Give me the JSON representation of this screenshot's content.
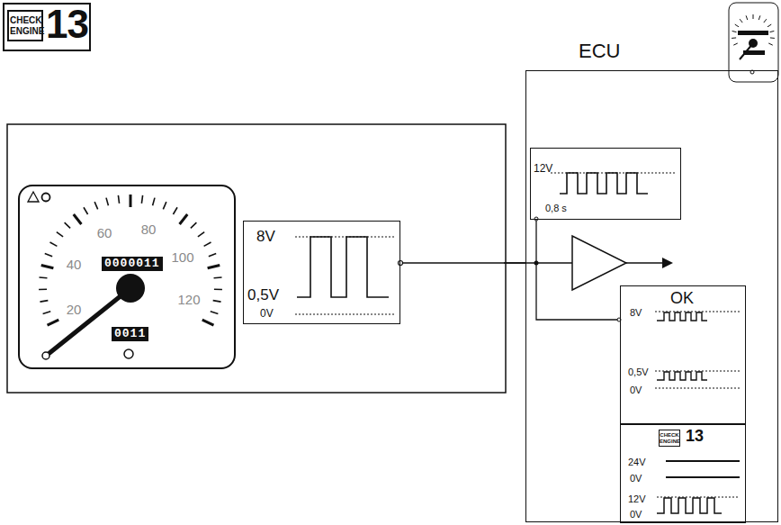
{
  "diagram": {
    "nodes": [
      {
        "text": [
          "CHECK ENGINE",
          "13"
        ]
      },
      {
        "text": [
          "0000011",
          "0011"
        ]
      },
      {
        "text": [
          "8V",
          "0,5V",
          "0V"
        ]
      },
      {
        "text": [
          "ECU"
        ]
      },
      {
        "text": [
          "12V",
          "0,8 s"
        ],
        "in": 3
      },
      {
        "text": [
          "OK",
          "8V",
          "0,5V",
          "0V"
        ],
        "in": 3
      },
      {
        "text": [
          "CHECK ENGINE",
          "13",
          "24V",
          "0V",
          "12V",
          "0V"
        ],
        "in": 3
      }
    ],
    "edges": [
      {
        "from": 2,
        "to": 3,
        "arrow": "none"
      }
    ],
    "labels": [
      "60",
      "80",
      "100",
      "120",
      "40",
      "20"
    ]
  }
}
